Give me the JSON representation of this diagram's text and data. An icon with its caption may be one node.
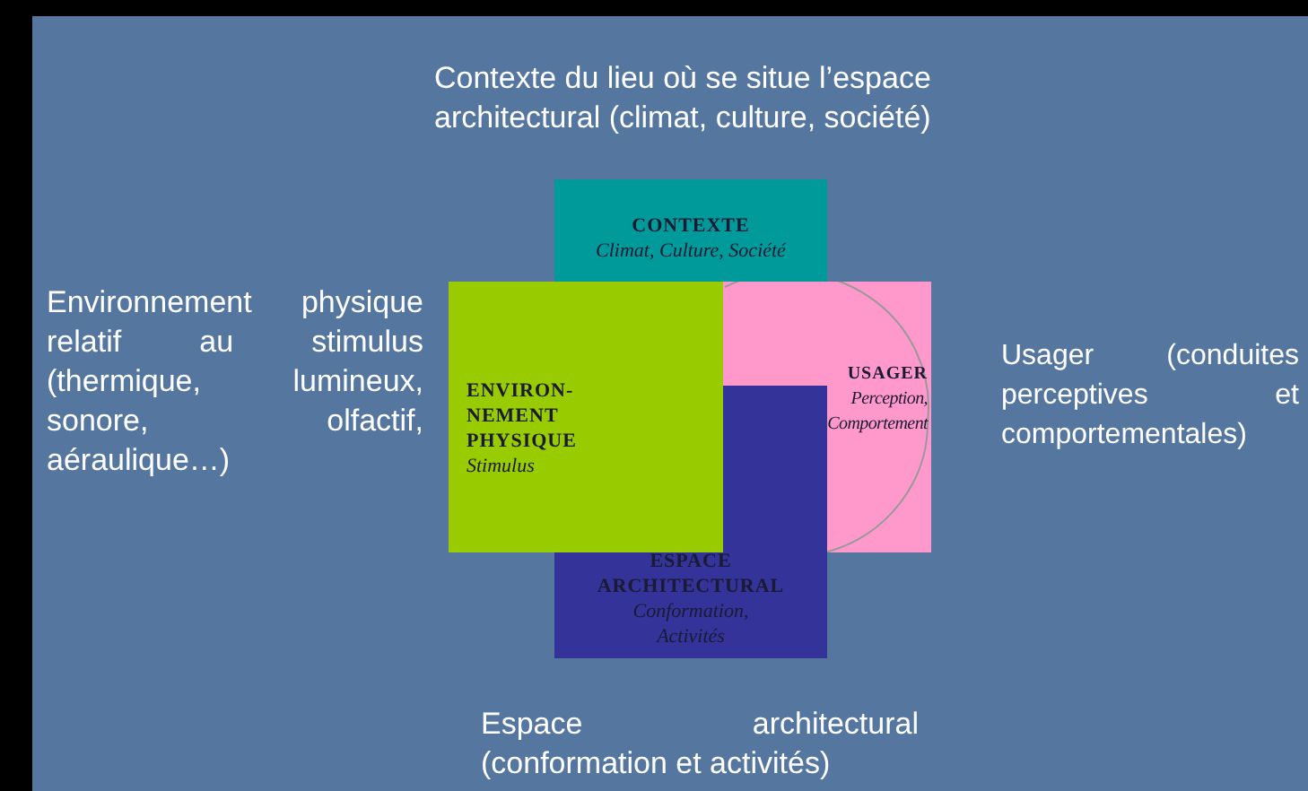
{
  "diagram": {
    "nodes": [
      {
        "text": [
          "CONTEXTE",
          "Climat, Culture, Société"
        ]
      },
      {
        "text": [
          "USAGER",
          "Perception, Comportement"
        ]
      },
      {
        "text": [
          "ESPACE ARCHITECTURAL",
          "Conformation, Activités"
        ]
      },
      {
        "text": [
          "ENVIRON- NEMENT PHYSIQUE",
          "Stimulus"
        ]
      }
    ],
    "labels": [
      "Contexte du lieu où se situe l’espace architectural (climat, culture, société)",
      "Environnement physique relatif au stimulus (thermique, lumineux, sonore, olfactif, aéraulique…)",
      "Usager (conduites perceptives et comportementales)",
      "Espace architectural (conformation et activités)"
    ]
  }
}
